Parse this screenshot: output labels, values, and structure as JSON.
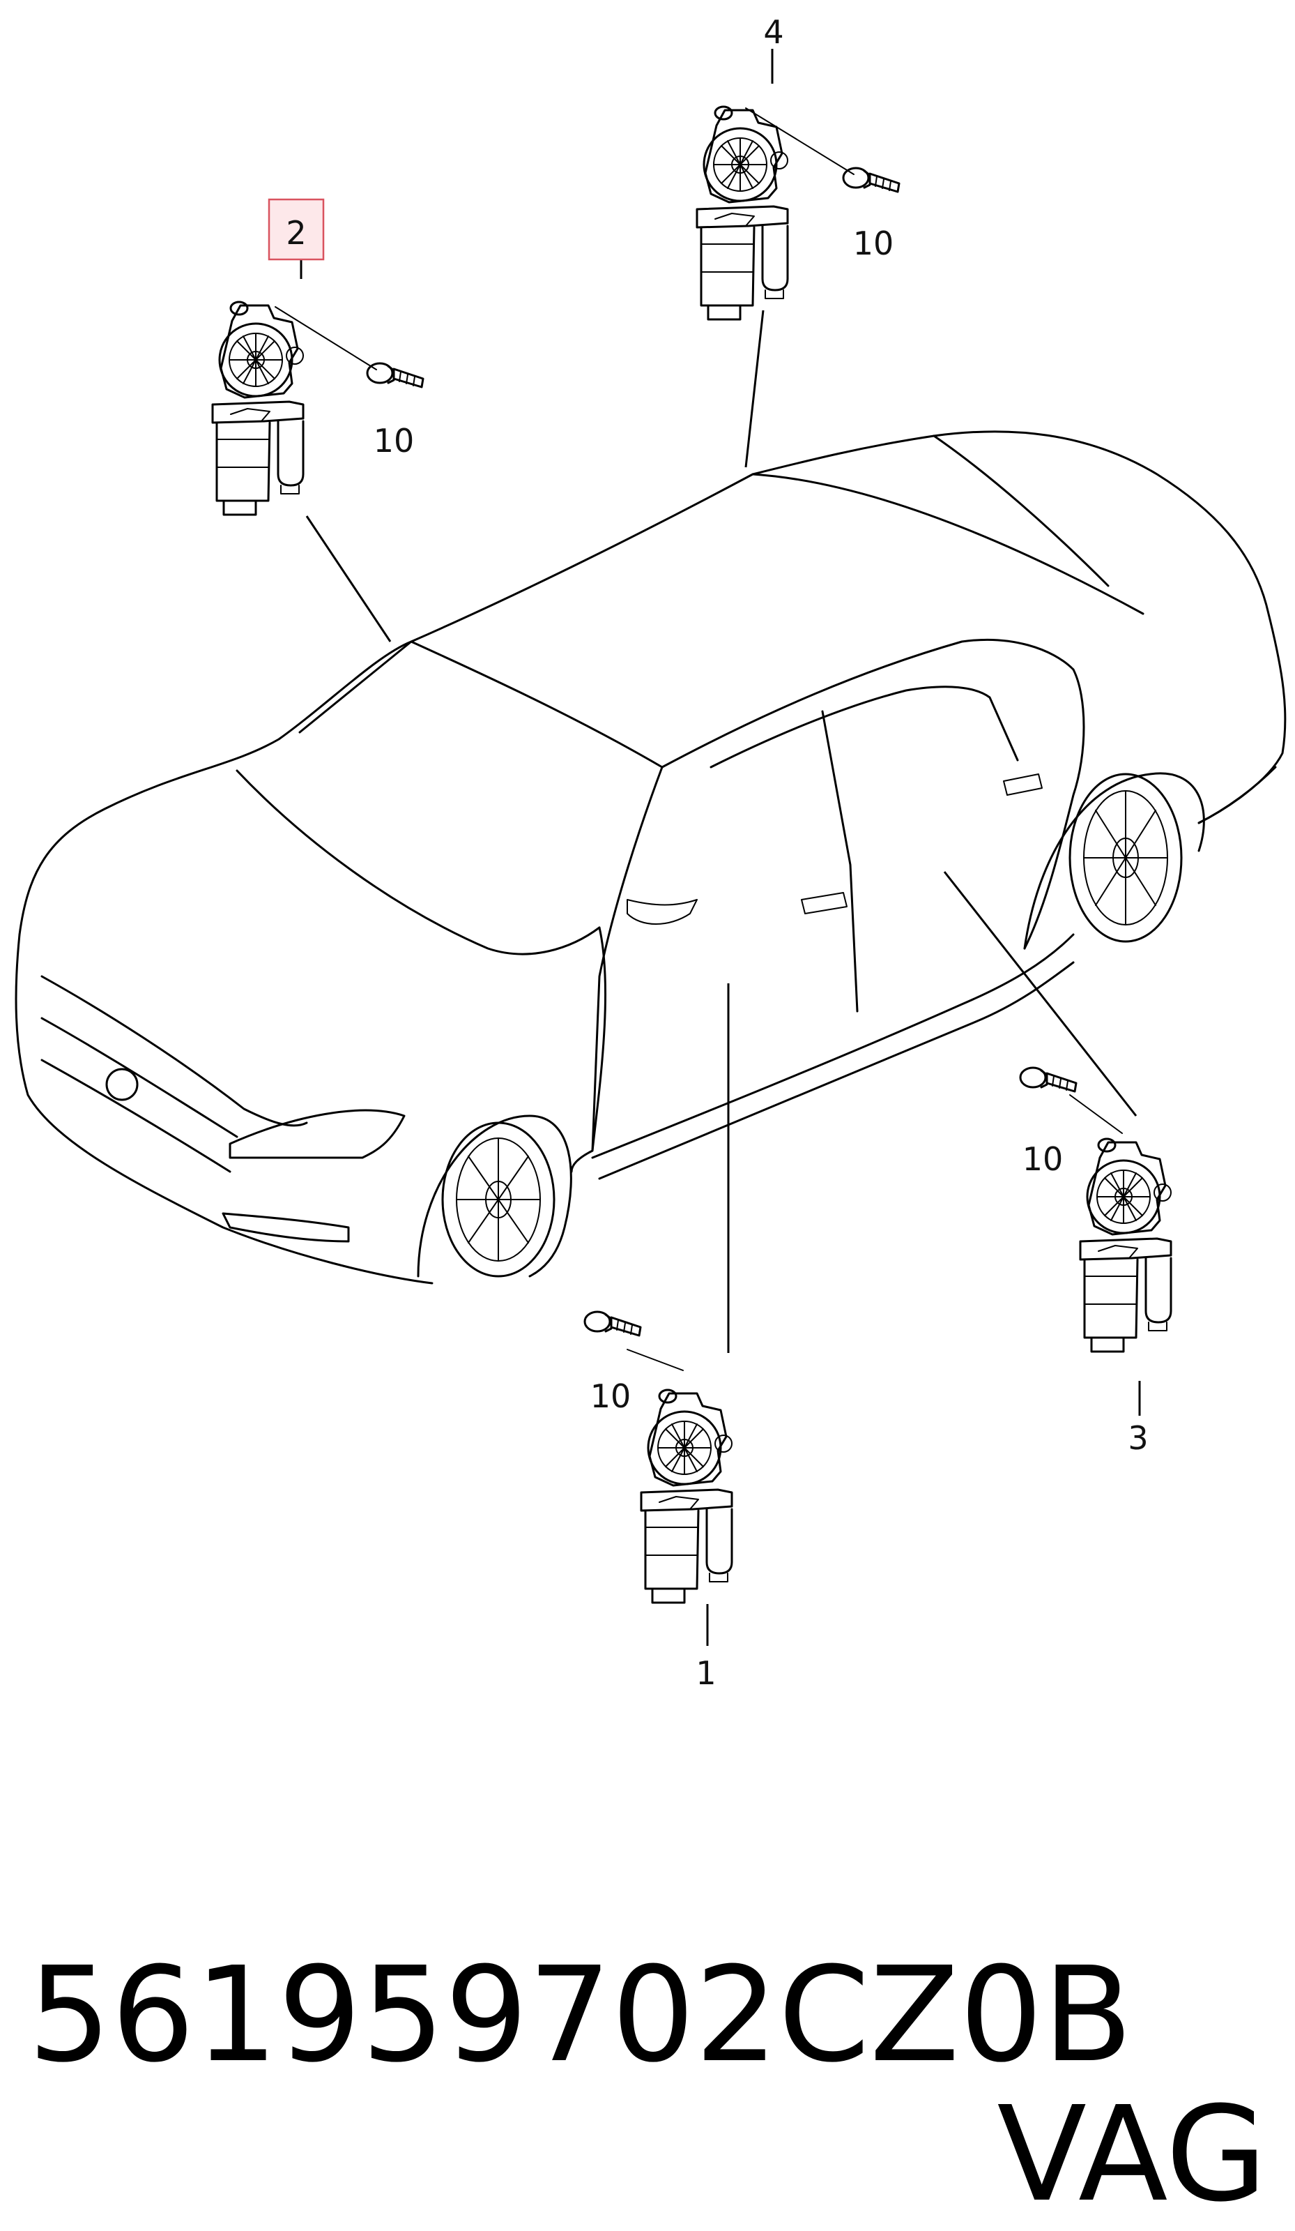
{
  "callouts": {
    "motor_front_left": "1",
    "motor_rear_left": "2",
    "motor_rear_right": "3",
    "motor_front_right": "4",
    "screw": "10"
  },
  "highlighted_callout": "2",
  "highlight_color": "#d9535f",
  "caption": {
    "part_number": "561959702CZ0B",
    "brand": "VAG"
  }
}
